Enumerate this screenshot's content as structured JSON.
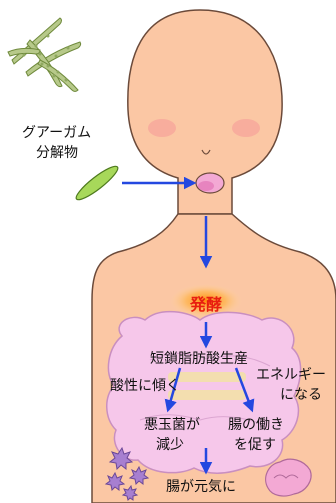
{
  "labels": {
    "guar_line1": "グアーガム",
    "guar_line2": "分解物",
    "ferment": "発酵",
    "scfa": "短鎖脂肪酸生産",
    "acidic": "酸性に傾く",
    "energy_line1": "エネルギー",
    "energy_line2": "になる",
    "bad_line1": "悪玉菌が",
    "bad_line2": "減少",
    "gut_line1": "腸の働き",
    "gut_line2": "を促す",
    "healthy": "腸が元気に"
  },
  "colors": {
    "skin": "#fbc7a4",
    "skin_outline": "#6b4a3a",
    "cheek": "#f7a39a",
    "mouth": "#f3a9d4",
    "intestine": "#f6c7ea",
    "intestine_outline": "#c98fc0",
    "arrow": "#2448e0",
    "ferment_text": "#e81e10",
    "ferment_glow": "#ffb347",
    "bean_green": "#b7c98a",
    "pill_green": "#a7d85a",
    "bacteria": "#a77fd0"
  },
  "icons": [
    "guar-bean-pods",
    "green-capsule",
    "bacteria-icon",
    "intestinal-wall-icon"
  ]
}
